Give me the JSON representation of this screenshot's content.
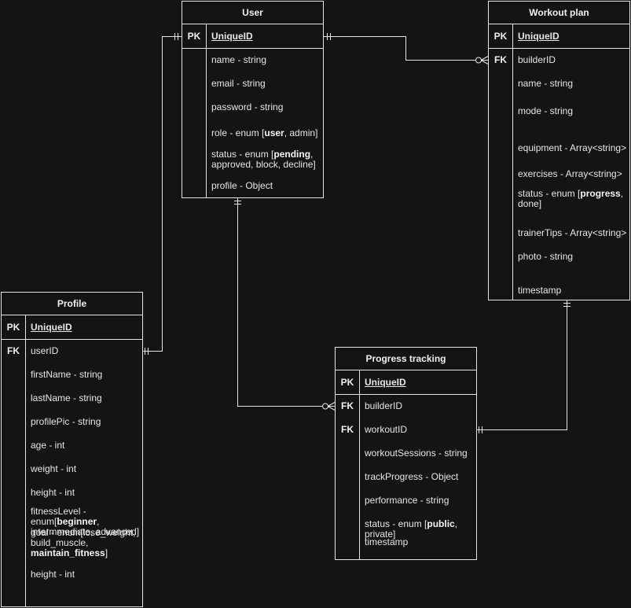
{
  "entities": {
    "user": {
      "title": "User",
      "pk": {
        "key": "PK",
        "name": "UniqueID"
      },
      "attrs": [
        {
          "key": "",
          "text": "name - string"
        },
        {
          "key": "",
          "text": "email - string"
        },
        {
          "key": "",
          "text": "password - string"
        },
        {
          "key": "",
          "pre": "role - enum [",
          "bold": "user",
          "post": ", admin]"
        },
        {
          "key": "",
          "pre": "status - enum [",
          "bold": "pending",
          "post": ",\napproved, block, decline]"
        },
        {
          "key": "",
          "text": "profile - Object"
        }
      ]
    },
    "workout_plan": {
      "title": "Workout plan",
      "pk": {
        "key": "PK",
        "name": "UniqueID"
      },
      "attrs": [
        {
          "key": "FK",
          "text": "builderID"
        },
        {
          "key": "",
          "text": "name - string"
        },
        {
          "key": "",
          "text": "mode - string"
        },
        {
          "key": "",
          "text": "equipment - Array<string>"
        },
        {
          "key": "",
          "text": "exercises - Array<string>"
        },
        {
          "key": "",
          "pre": "status - enum [",
          "bold": "progress",
          "post": ",\ndone]"
        },
        {
          "key": "",
          "text": "trainerTips - Array<string>"
        },
        {
          "key": "",
          "text": "photo - string"
        },
        {
          "key": "",
          "text": "timestamp"
        }
      ]
    },
    "profile": {
      "title": "Profile",
      "pk": {
        "key": "PK",
        "name": "UniqueID"
      },
      "attrs": [
        {
          "key": "FK",
          "text": "userID"
        },
        {
          "key": "",
          "text": "firstName - string"
        },
        {
          "key": "",
          "text": "lastName - string"
        },
        {
          "key": "",
          "text": "profilePic - string"
        },
        {
          "key": "",
          "text": "age - int"
        },
        {
          "key": "",
          "text": "weight - int"
        },
        {
          "key": "",
          "text": "height - int"
        },
        {
          "key": "",
          "pre": "fitnessLevel -\nenum[",
          "bold": "beginner",
          "post": ",\nintermmediate, advanced]"
        },
        {
          "key": "",
          "pre": "goal - enum[lose_weight,\nbuild_muscle,\n",
          "bold": "maintain_fitness",
          "post": "]"
        },
        {
          "key": "",
          "text": "height - int"
        }
      ]
    },
    "progress": {
      "title": "Progress tracking",
      "pk": {
        "key": "PK",
        "name": "UniqueID"
      },
      "attrs": [
        {
          "key": "FK",
          "text": "builderID"
        },
        {
          "key": "FK",
          "text": "workoutID"
        },
        {
          "key": "",
          "text": "workoutSessions - string"
        },
        {
          "key": "",
          "text": "trackProgress - Object"
        },
        {
          "key": "",
          "text": "performance - string"
        },
        {
          "key": "",
          "pre": "status - enum [",
          "bold": "public",
          "post": ",\nprivate]"
        },
        {
          "key": "",
          "text": "timestamp"
        }
      ]
    }
  },
  "relationships": [
    {
      "from": "user.UniqueID",
      "to": "workout_plan.builderID",
      "from_end": "one-and-only-one",
      "to_end": "zero-or-many"
    },
    {
      "from": "user.UniqueID",
      "to": "profile.userID",
      "from_end": "one-and-only-one",
      "to_end": "one-and-only-one"
    },
    {
      "from": "user",
      "to": "progress.builderID",
      "from_end": "one-and-only-one",
      "to_end": "zero-or-many"
    },
    {
      "from": "workout_plan",
      "to": "progress.workoutID",
      "from_end": "one-and-only-one",
      "to_end": "one-and-only-one"
    }
  ],
  "colors": {
    "background": "#141414",
    "stroke": "#e6e6e6",
    "text": "#e6e6e6"
  }
}
